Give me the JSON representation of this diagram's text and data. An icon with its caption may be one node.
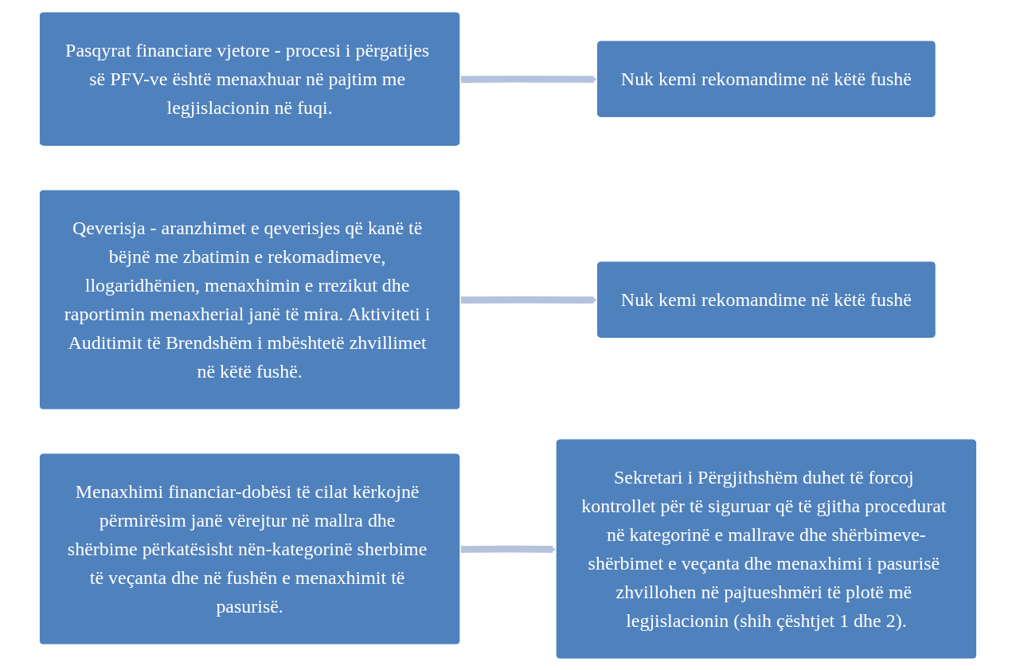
{
  "diagram": {
    "nodes": [
      {
        "text": [
          "Pasqyrat financiare vjetore - procesi i përgatijes së PFV-ve është menaxhuar në pajtim me legjislacionin në fuqi."
        ]
      },
      {
        "text": [
          "Nuk kemi rekomandime në këtë fushë"
        ]
      },
      {
        "text": [
          "Qeverisja - aranzhimet e qeverisjes që kanë të bëjnë me zbatimin e rekomadimeve, llogaridhënien, menaxhimin e rrezikut dhe raportimin menaxherial janë të mira. Aktiviteti i Auditimit të Brendshëm i mbështetë zhvillimet në këtë fushë."
        ]
      },
      {
        "text": [
          "Nuk kemi rekomandime në këtë fushë"
        ]
      },
      {
        "text": [
          "Menaxhimi financiar-dobësi të cilat kërkojnë përmirësim janë vërejtur në mallra dhe shërbime përkatësisht nën-kategorinë sherbime të veçanta dhe në fushën e menaxhimit të pasurisë."
        ]
      },
      {
        "text": [
          "Sekretari i Përgjithshëm duhet të forcoj kontrollet për të siguruar që të gjitha procedurat në kategorinë e mallrave dhe shërbimeve-shërbimet e veçanta dhe menaxhimi i pasurisë zhvillohen në pajtueshmëri të plotë më legjislacionin (shih çështjet 1 dhe 2)."
        ]
      }
    ],
    "edges": [
      {
        "from": 0,
        "to": 1,
        "arrow": "to"
      },
      {
        "from": 2,
        "to": 3,
        "arrow": "to"
      },
      {
        "from": 4,
        "to": 5,
        "arrow": "to"
      }
    ]
  }
}
